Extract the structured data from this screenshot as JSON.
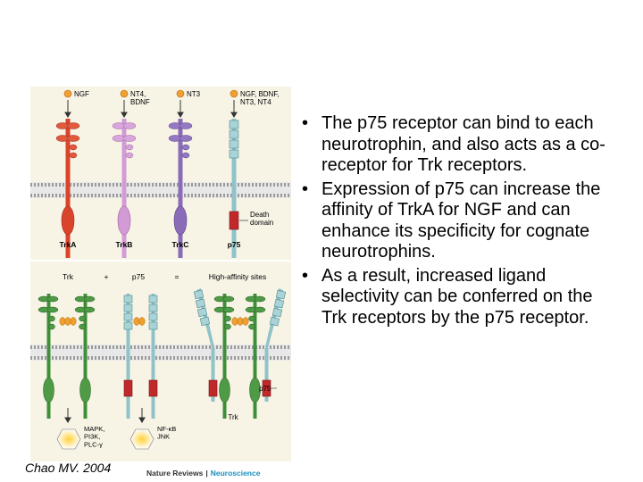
{
  "figure": {
    "top_ligands": [
      "NGF",
      "NT4,\nBDNF",
      "NT3",
      "NGF, BDNF,\nNT3, NT4"
    ],
    "top_receptors": [
      "TrkA",
      "TrkB",
      "TrkC",
      "p75"
    ],
    "death_domain": "Death\ndomain",
    "bottom_headers": [
      "Trk",
      "+",
      "p75",
      "=",
      "High-affinity sites"
    ],
    "bottom_p75_label": "p75",
    "bottom_trk_label": "Trk",
    "signal_trk": "MAPK,\nPI3K,\nPLC-γ",
    "signal_p75": "NF-κB\nJNK",
    "journal_prefix": "Nature Reviews",
    "journal_separator": "|",
    "journal_name": "Neuroscience"
  },
  "bullets": [
    "The p75 receptor can bind to each neurotrophin, and also acts as a co-receptor for Trk receptors.",
    "Expression of p75 can increase the affinity of TrkA for NGF and can enhance its specificity for cognate neurotrophins.",
    "As a result, increased ligand selectivity can be conferred on the Trk receptors by the p75 receptor."
  ],
  "caption": "Chao MV. 2004",
  "colors": {
    "trkA": "#d9442a",
    "trkB": "#d39bd6",
    "trkC": "#8a6bb8",
    "p75": "#8fc3c8",
    "trk_green": "#3f8f3a",
    "death_domain": "#c0282a",
    "ligand": "#f0a030",
    "membrane": "#c9c9c9",
    "journal_accent": "#1a8fbf"
  }
}
